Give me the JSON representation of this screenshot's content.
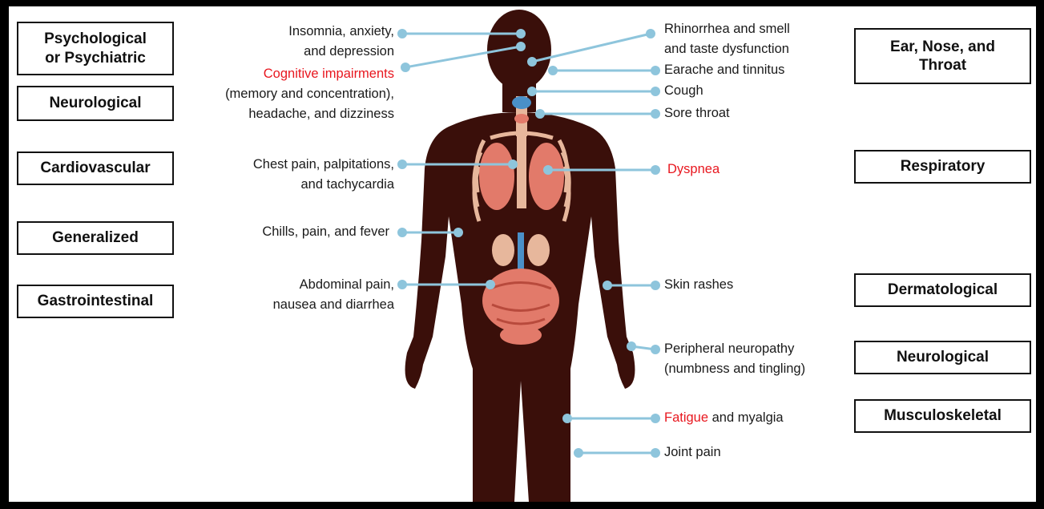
{
  "categories_left": {
    "psych": [
      "Psychological",
      "or Psychiatric"
    ],
    "neuro": "Neurological",
    "cardio": "Cardiovascular",
    "general": "Generalized",
    "gastro": "Gastrointestinal"
  },
  "categories_right": {
    "ent": [
      "Ear, Nose, and",
      "Throat"
    ],
    "resp": "Respiratory",
    "derm": "Dermatological",
    "neuro": "Neurological",
    "musculo": "Musculoskeletal"
  },
  "symptoms_left": {
    "insomnia": [
      "Insomnia, anxiety,",
      "and depression"
    ],
    "cognitive": {
      "highlight": "Cognitive impairments",
      "lines": [
        "(memory and concentration),",
        "headache, and dizziness"
      ]
    },
    "chest": [
      "Chest pain, palpitations,",
      "and tachycardia"
    ],
    "chills": "Chills, pain, and fever",
    "abdominal": [
      "Abdominal pain,",
      "nausea and diarrhea"
    ]
  },
  "symptoms_right": {
    "rhinorrhea": [
      "Rhinorrhea and smell",
      "and taste dysfunction"
    ],
    "earache": "Earache and tinnitus",
    "cough": "Cough",
    "sore_throat": "Sore throat",
    "dyspnea": "Dyspnea",
    "skin": "Skin rashes",
    "neuropathy": [
      "Peripheral neuropathy",
      "(numbness and tingling)"
    ],
    "fatigue": {
      "highlight": "Fatigue",
      "rest": " and myalgia"
    },
    "joint": "Joint pain"
  },
  "colors": {
    "highlight": "#e8171f",
    "leader": "#8ec5dc",
    "body": "#3a0f0a",
    "organ": "#e27a6a",
    "bone": "#e7b79c",
    "vessel": "#4a90c8"
  }
}
